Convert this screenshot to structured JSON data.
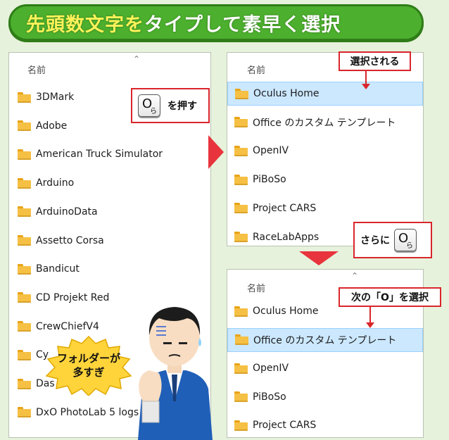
{
  "banner": {
    "title_yellow": "先頭数文字を",
    "title_white_1": "タイプ",
    "title_white_2": "して素早く選択"
  },
  "left_panel": {
    "column_header": "名前",
    "sort_icon": "caret-up-icon",
    "items": [
      "3DMark",
      "Adobe",
      "American Truck Simulator",
      "Arduino",
      "ArduinoData",
      "Assetto Corsa",
      "Bandicut",
      "CD Projekt Red",
      "CrewChiefV4",
      "Cy",
      "Das",
      "DxO PhotoLab 5 logs"
    ]
  },
  "right_top_panel": {
    "column_header": "名前",
    "items": [
      "Oculus Home",
      "Office のカスタム テンプレート",
      "OpenIV",
      "PiBoSo",
      "Project CARS",
      "RaceLabApps"
    ],
    "selected_index": 0
  },
  "right_bottom_panel": {
    "column_header": "名前",
    "sort_icon": "caret-up-icon",
    "items": [
      "Oculus Home",
      "Office のカスタム テンプレート",
      "OpenIV",
      "PiBoSo",
      "Project CARS"
    ],
    "selected_index": 1
  },
  "callouts": {
    "press_key": {
      "key_main": "O",
      "key_kana": "ら",
      "text": "を押す"
    },
    "selected": {
      "text": "選択される"
    },
    "again": {
      "text": "さらに",
      "key_main": "O",
      "key_kana": "ら"
    },
    "next": {
      "text": "次の「O」を選択"
    }
  },
  "bubble": {
    "line1": "フォルダーが",
    "line2": "多すぎ"
  },
  "colors": {
    "background": "#e7f2dc",
    "banner": "#4caf2e",
    "banner_yellow": "#fff35a",
    "callout_border": "#d9262b",
    "selection": "#cce8ff",
    "folder": "#f5c043",
    "bubble": "#ffd43b"
  }
}
